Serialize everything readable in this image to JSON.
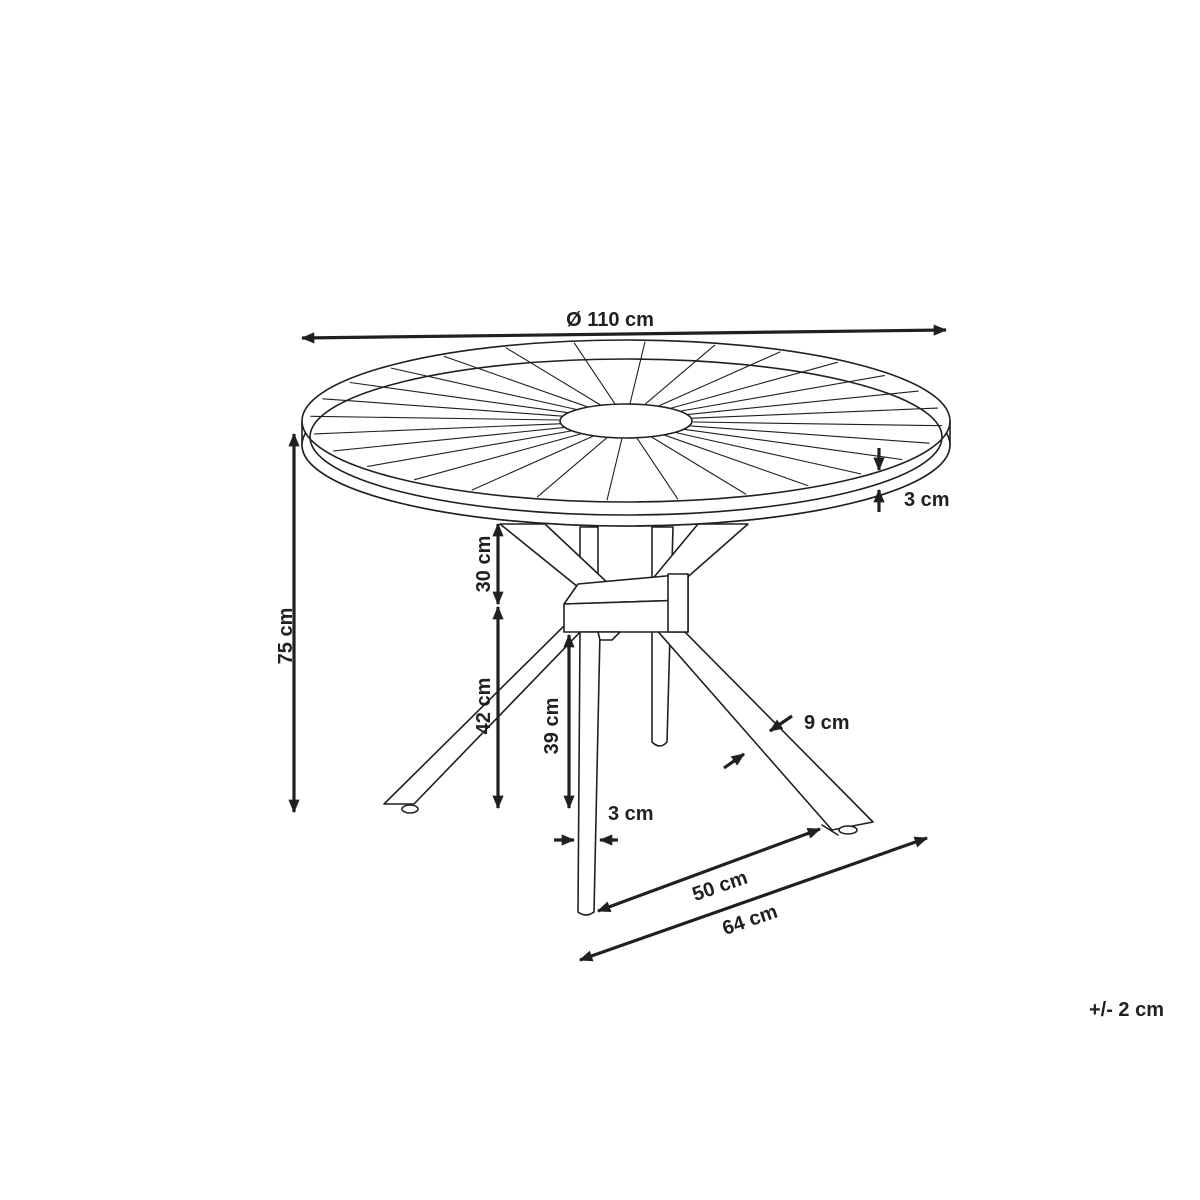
{
  "dimensions": {
    "diameter": "Ø 110 cm",
    "top_thickness": "3 cm",
    "total_height": "75 cm",
    "upper_segment": "30 cm",
    "lower_segment": "42 cm",
    "leg_height": "39 cm",
    "leg_width_side": "9 cm",
    "leg_width_front": "3 cm",
    "inner_span": "50 cm",
    "outer_span": "64 cm"
  },
  "tolerance": "+/- 2 cm",
  "colors": {
    "ink": "#231f20",
    "paper": "#ffffff"
  }
}
